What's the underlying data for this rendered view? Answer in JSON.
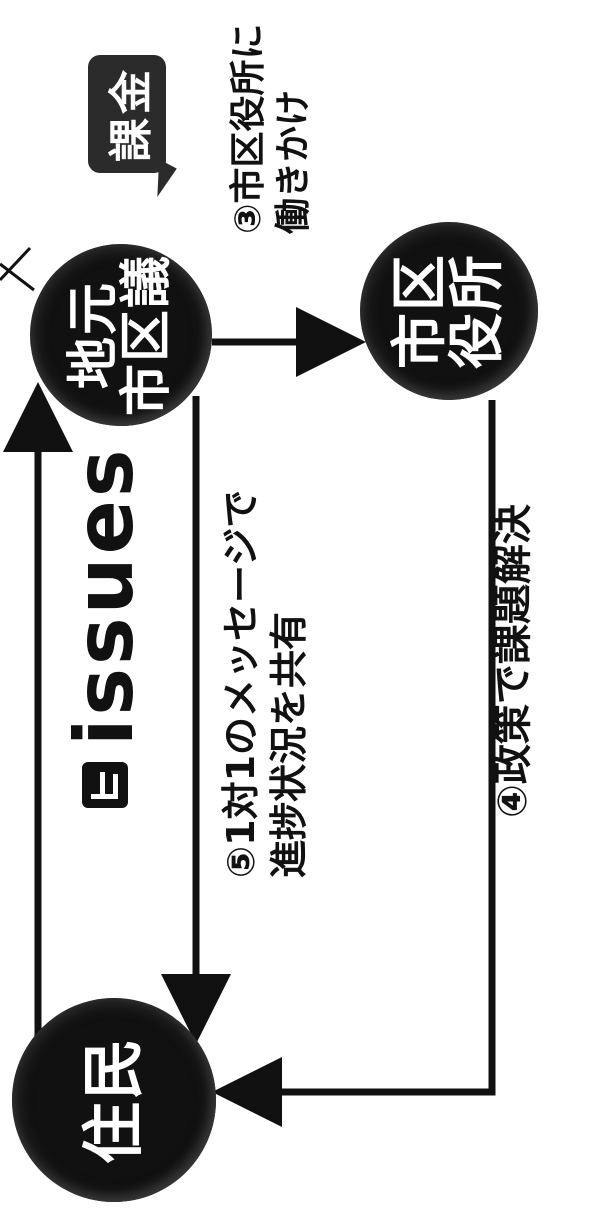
{
  "logo": {
    "text": "issues"
  },
  "nodes": {
    "resident": {
      "line1": "住民",
      "line2": ""
    },
    "council": {
      "line1": "地元",
      "line2": "市区議"
    },
    "office": {
      "line1": "市区",
      "line2": "役所"
    }
  },
  "speech_bubble": {
    "text": "課金"
  },
  "steps": {
    "step3": {
      "line1": "③市区役所に",
      "line2": "働きかけ"
    },
    "step5": {
      "line1": "⑤1対1のメッセージで",
      "line2": "進捗状況を共有"
    },
    "step4": {
      "line1": "④政策で課題解決"
    }
  }
}
